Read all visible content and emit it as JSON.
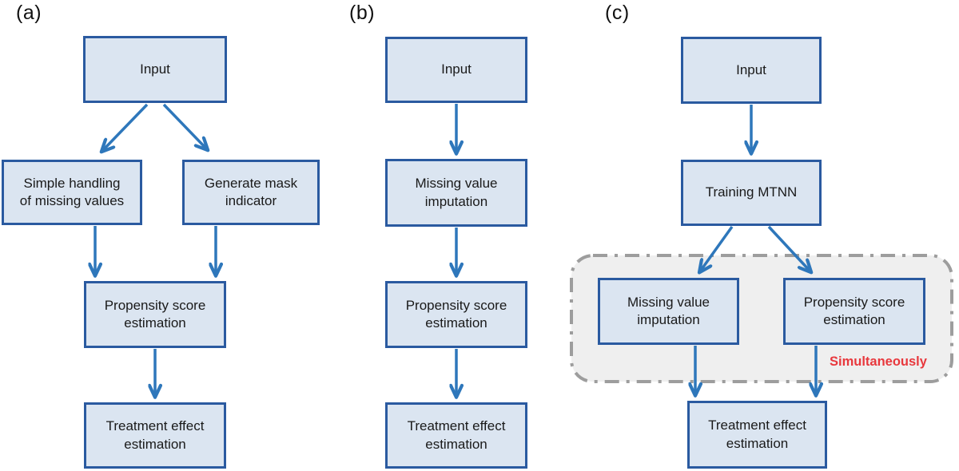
{
  "figure": {
    "type": "flowchart-comparison",
    "panels": {
      "a": {
        "label": "(a)",
        "nodes": {
          "input": "Input",
          "simple_handling": "Simple handling of missing values",
          "generate_mask": "Generate mask indicator",
          "propensity": "Propensity score estimation",
          "treatment": "Treatment effect estimation"
        }
      },
      "b": {
        "label": "(b)",
        "nodes": {
          "input": "Input",
          "imputation": "Missing value imputation",
          "propensity": "Propensity score estimation",
          "treatment": "Treatment effect estimation"
        }
      },
      "c": {
        "label": "(c)",
        "nodes": {
          "input": "Input",
          "training": "Training MTNN",
          "imputation": "Missing value imputation",
          "propensity": "Propensity score estimation",
          "treatment": "Treatment effect estimation"
        },
        "annotation": "Simultaneously"
      }
    },
    "colors": {
      "box_fill": "#dbe5f1",
      "box_border": "#2a5aa0",
      "arrow_color": "#2e77bb",
      "group_fill": "#efefef",
      "group_border": "#9d9d9d",
      "annotation_color": "#e8383d",
      "text_color": "#1a1a1a"
    }
  }
}
